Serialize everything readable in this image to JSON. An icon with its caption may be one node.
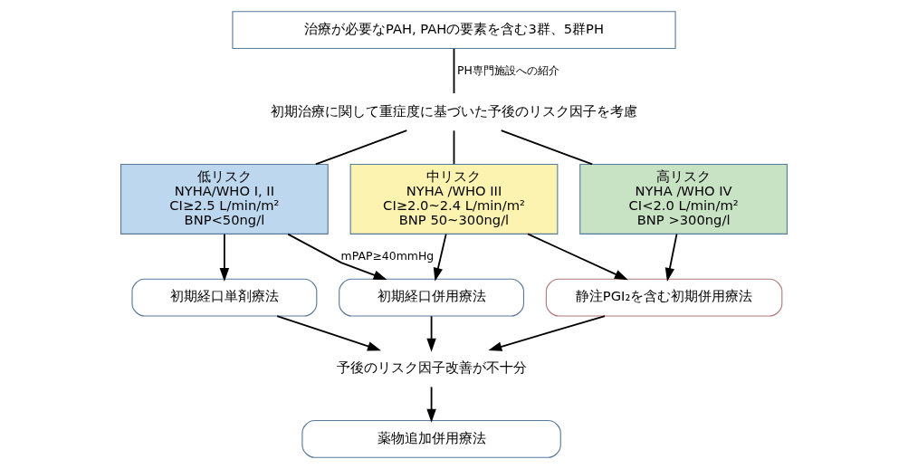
{
  "diagram": {
    "nodes": [
      {
        "text": [
          "治療が必要なPAH, PAHの要素を含む3群、5群PH"
        ]
      },
      {
        "text": [
          "初期治療に関して重症度に基づいた予後のリスク因子を考慮"
        ]
      },
      {
        "text": [
          "低リスク",
          "NYHA/WHO I, II",
          "CI≥2.5 L/min/m²",
          "BNP<50ng/l"
        ]
      },
      {
        "text": [
          "中リスク",
          "NYHA /WHO III",
          "CI≥2.0~2.4 L/min/m²",
          "BNP 50~300ng/l"
        ]
      },
      {
        "text": [
          "高リスク",
          "NYHA /WHO IV",
          "CI<2.0 L/min/m²",
          "BNP >300ng/l"
        ]
      },
      {
        "text": [
          "初期経口単剤療法"
        ]
      },
      {
        "text": [
          "初期経口併用療法"
        ]
      },
      {
        "text": [
          "静注PGI₂を含む初期併用療法"
        ]
      },
      {
        "text": [
          "予後のリスク因子改善が不十分"
        ]
      },
      {
        "text": [
          "薬物追加併用療法"
        ]
      }
    ],
    "edges": [
      {
        "from": 0,
        "to": 1,
        "arrow": "none",
        "label": "PH専門施設への紹介"
      },
      {
        "from": 1,
        "to": 2,
        "arrow": "none"
      },
      {
        "from": 1,
        "to": 3,
        "arrow": "none"
      },
      {
        "from": 1,
        "to": 4,
        "arrow": "none"
      },
      {
        "from": 2,
        "to": 5,
        "arrow": "to"
      },
      {
        "from": 2,
        "to": 6,
        "arrow": "to",
        "label": "mPAP≥40mmHg"
      },
      {
        "from": 3,
        "to": 6,
        "arrow": "to"
      },
      {
        "from": 3,
        "to": 7,
        "arrow": "to"
      },
      {
        "from": 4,
        "to": 7,
        "arrow": "to"
      },
      {
        "from": 5,
        "to": 8,
        "arrow": "to"
      },
      {
        "from": 6,
        "to": 8,
        "arrow": "to"
      },
      {
        "from": 7,
        "to": 8,
        "arrow": "to"
      },
      {
        "from": 8,
        "to": 9,
        "arrow": "to"
      }
    ]
  }
}
